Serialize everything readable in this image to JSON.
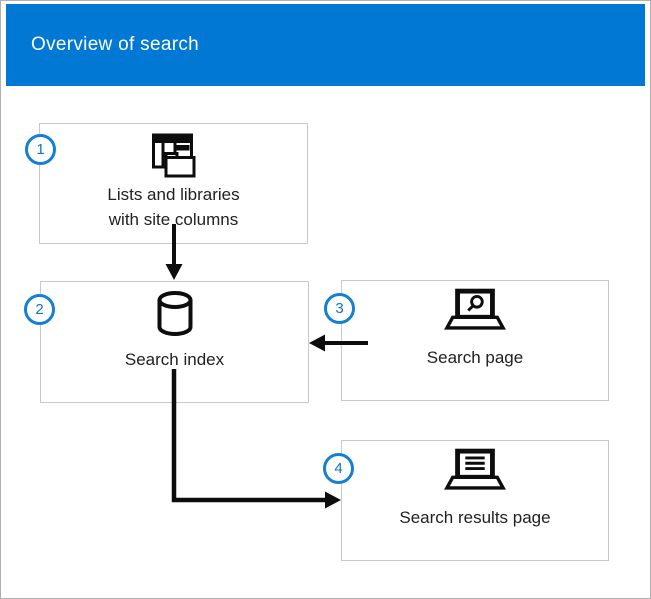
{
  "header": {
    "title": "Overview of search"
  },
  "diagram": {
    "boxes": [
      {
        "badge": "1",
        "icon": "lists-and-libraries-icon",
        "label_lines": [
          "Lists and libraries",
          "with site columns"
        ]
      },
      {
        "badge": "2",
        "icon": "database-icon",
        "label_lines": [
          "Search index"
        ]
      },
      {
        "badge": "3",
        "icon": "laptop-search-icon",
        "label_lines": [
          "Search page"
        ]
      },
      {
        "badge": "4",
        "icon": "laptop-results-icon",
        "label_lines": [
          "Search results page"
        ]
      }
    ],
    "arrows": [
      {
        "name": "lists-to-index-arrow",
        "from": "1",
        "to": "2",
        "direction": "down"
      },
      {
        "name": "searchpage-to-index-arrow",
        "from": "3",
        "to": "2",
        "direction": "left"
      },
      {
        "name": "index-to-results-arrow",
        "from": "2",
        "to": "4",
        "direction": "down-then-right"
      }
    ],
    "colors": {
      "header_blue": "#0078D4",
      "badge_blue": "#1380D4",
      "box_border": "#C9C9C9",
      "page_border": "#B0B0B0",
      "ink": "#0D0D0D",
      "label_text": "#212121"
    }
  }
}
